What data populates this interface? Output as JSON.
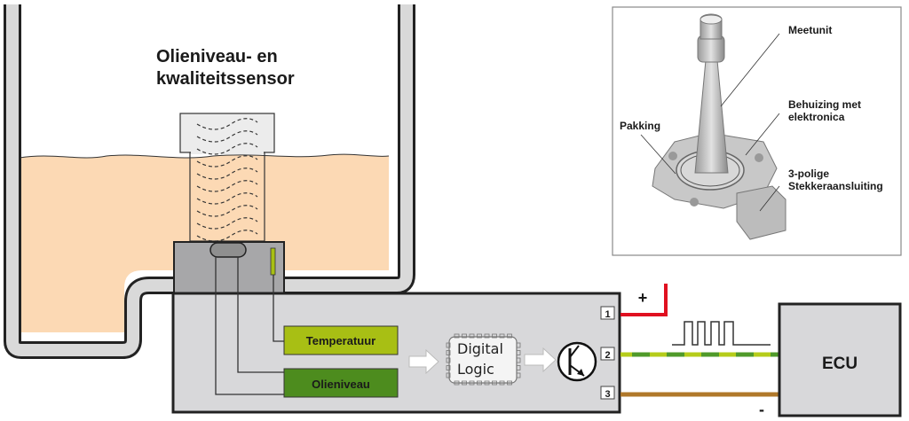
{
  "diagram": {
    "title_line1": "Olieniveau- en",
    "title_line2": "kwaliteitssensor",
    "blocks": {
      "temperature": "Temperatuur",
      "oil_level": "Olieniveau",
      "logic_line1": "Digital",
      "logic_line2": "Logic",
      "ecu": "ECU"
    },
    "pins": [
      "1",
      "2",
      "3"
    ],
    "polarity": {
      "plus": "+",
      "minus": "-"
    },
    "colors": {
      "oil": "#fcd9b4",
      "tank_wall": "#d9d9d9",
      "housing": "#d8d8da",
      "temperature_block": "#a8bf14",
      "oil_level_block": "#4d8c1e",
      "wire_plus": "#e01020",
      "wire_signal_light": "#b5cc1a",
      "wire_signal_dark": "#4f9a2a",
      "wire_ground": "#b0782a"
    }
  },
  "photo_callouts": {
    "measuring_unit": "Meetunit",
    "housing_line1": "Behuizing met",
    "housing_line2": "elektronica",
    "gasket": "Pakking",
    "connector_line1": "3-polige",
    "connector_line2": "Stekkeraansluiting"
  }
}
